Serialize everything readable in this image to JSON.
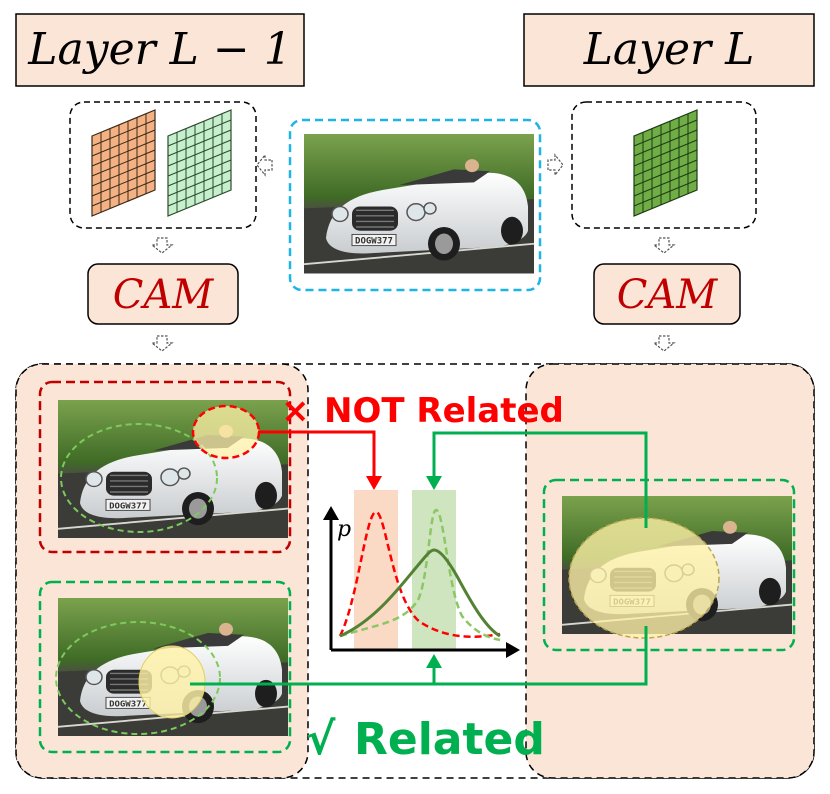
{
  "layers": {
    "left_title": "Layer L − 1",
    "right_title": "Layer L"
  },
  "cam": {
    "left_label": "CAM",
    "right_label": "CAM"
  },
  "annotations": {
    "not_related_mark": "×",
    "not_related": "NOT Related",
    "related_mark": "√",
    "related": "Related"
  },
  "plot": {
    "y_label": "p"
  },
  "colors": {
    "peach_fill": "#fbe5d6",
    "orange_grid": "#f4b183",
    "light_green_grid": "#c6efce",
    "green_grid": "#70ad47",
    "red": "#ff0000",
    "green": "#00b050",
    "dark_red": "#c00000",
    "blue_dashed": "#1fb4e6",
    "highlight_yellow": "#fff2a8",
    "dark_olive": "#548235"
  },
  "icons": {
    "feature_maps": "feature-map-grid-icon",
    "flow_arrows": "hollow-arrow-icon"
  }
}
